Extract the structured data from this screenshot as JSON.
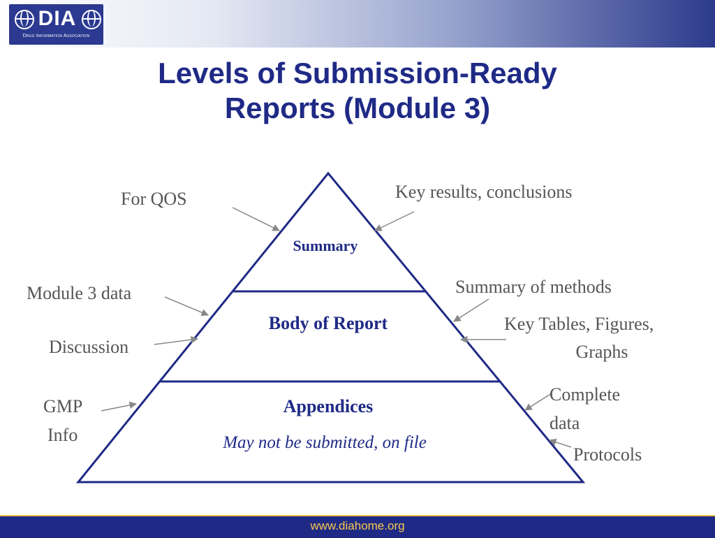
{
  "logo": {
    "letters": "DIA",
    "subtitle": "Drug Information Association"
  },
  "title": {
    "line1": "Levels of Submission-Ready",
    "line2": "Reports (Module 3)"
  },
  "pyramid": {
    "tiers": {
      "summary": "Summary",
      "body": "Body of Report",
      "appendices": "Appendices",
      "appendices_note": "May not be submitted, on file"
    }
  },
  "annotations": {
    "for_qos": "For QOS",
    "key_results": "Key results, conclusions",
    "module3_data": "Module 3 data",
    "summary_methods": "Summary of methods",
    "discussion": "Discussion",
    "key_tables_line1": "Key Tables, Figures,",
    "key_tables_line2": "Graphs",
    "gmp_line1": "GMP",
    "gmp_line2": "Info",
    "complete_data_line1": "Complete",
    "complete_data_line2": "data",
    "protocols": "Protocols"
  },
  "footer": {
    "url": "www.diahome.org"
  },
  "colors": {
    "navy": "#1f2a86",
    "gray_text": "#555555",
    "footer_link": "#f6c84c"
  }
}
